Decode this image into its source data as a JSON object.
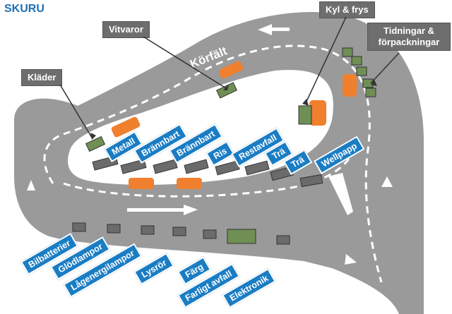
{
  "title": "SKURU",
  "lane_label": "Körfält",
  "category_labels": [
    {
      "id": "vitvaror",
      "text": "Vitvaror"
    },
    {
      "id": "kylfrys",
      "text": "Kyl & frys"
    },
    {
      "id": "tidningar",
      "text": "Tidningar & förpackningar"
    },
    {
      "id": "klader",
      "text": "Kläder"
    }
  ],
  "upper_containers": [
    "Metall",
    "Brännbart",
    "Brännbart",
    "Ris",
    "Restavfall",
    "Trä",
    "Trä",
    "Wellpapp"
  ],
  "lower_containers": [
    "Bilbatterier",
    "Glödlampor",
    "Lågenergilampor",
    "Lysrör",
    "Färg",
    "Farligt avfall",
    "Elektronik"
  ],
  "colors": {
    "road": "#9a9a9a",
    "container": "#6b6b6b",
    "green": "#6f8f55",
    "orange": "#f07f2e",
    "blue": "#1a7dc4",
    "title": "#1f6fb4"
  }
}
